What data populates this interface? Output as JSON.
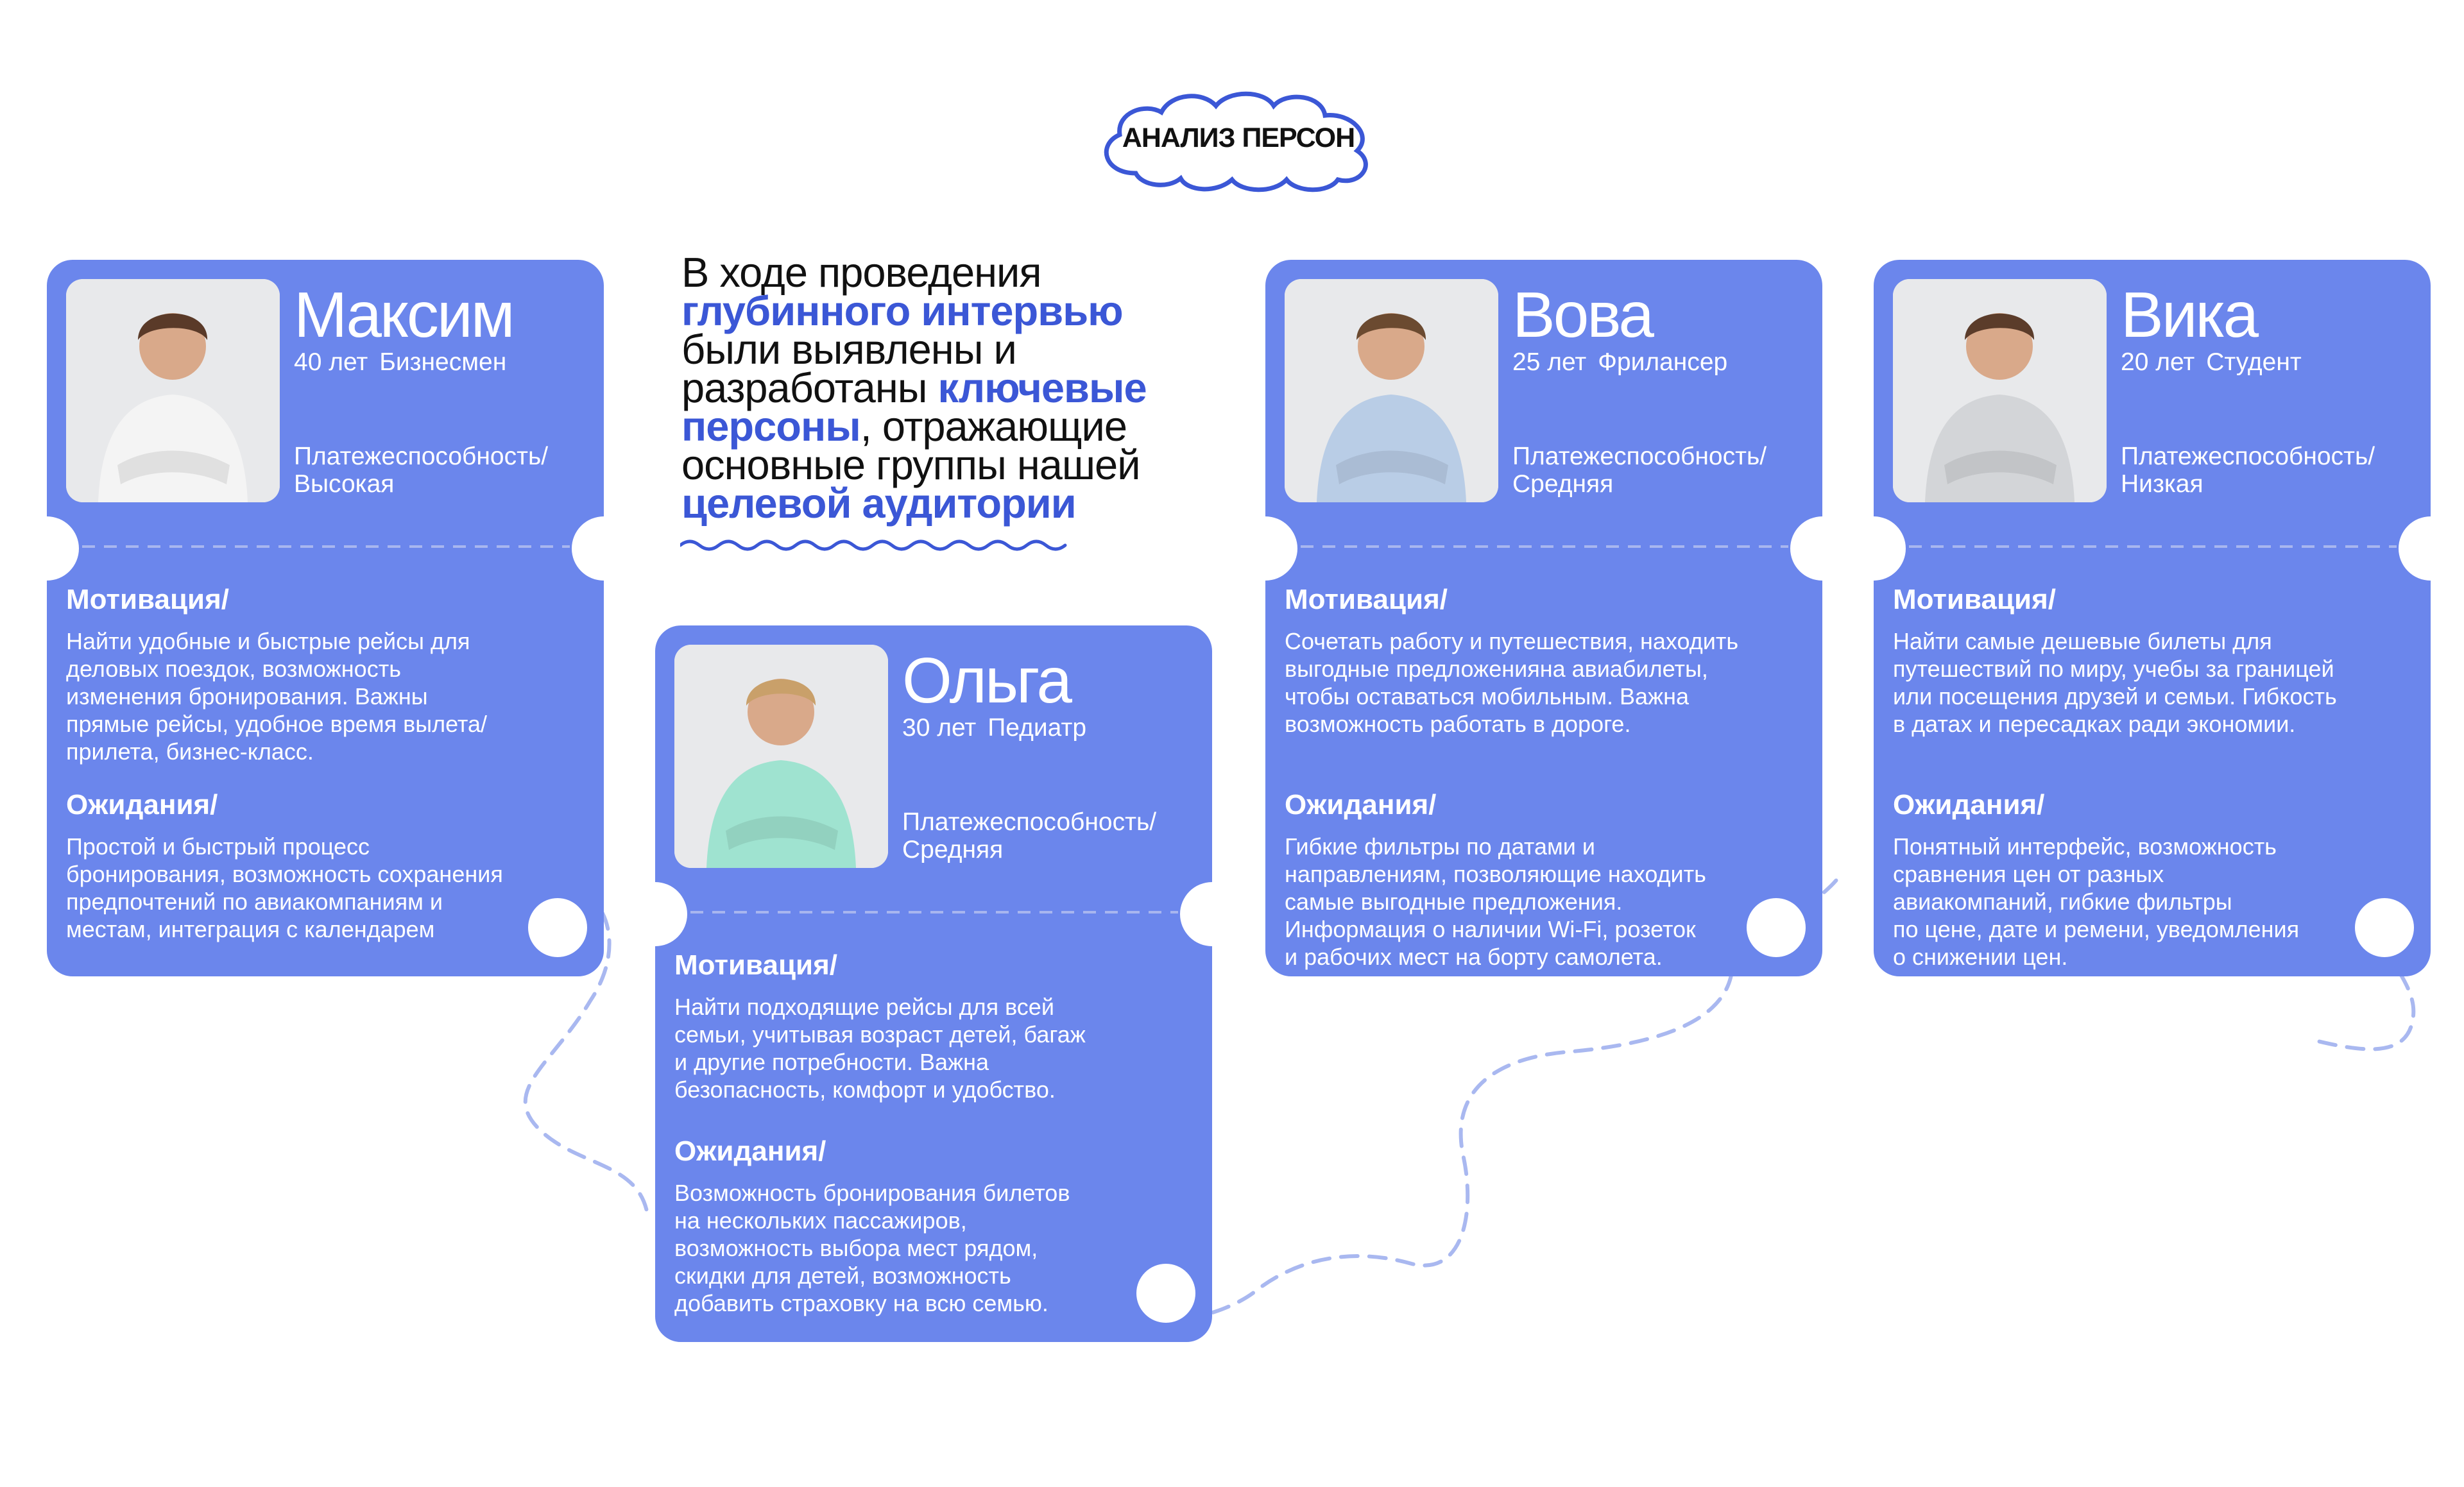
{
  "badge": {
    "label": "АНАЛИЗ ПЕРСОН"
  },
  "intro": {
    "p1": "В ходе проведения ",
    "h1": "глубинного интервью",
    "p2": " были выявлены и разработаны ",
    "h2": "ключевые персоны",
    "p3": ", отражающие основные группы нашей ",
    "h3": "целевой аудитории"
  },
  "colors": {
    "card": "#6b86ec",
    "accent": "#3b57d6",
    "dash": "#a8b6ef"
  },
  "personas": [
    {
      "name": "Максим",
      "age": "40 лет",
      "role": "Бизнесмен",
      "pay_label": "Платежеспособность/",
      "pay_value": "Высокая",
      "motivation_title": "Мотивация/",
      "motivation": "Найти удобные и быстрые рейсы для\nделовых поездок, возможность\nизменения бронирования. Важны\nпрямые рейсы, удобное время вылета/\nприлета, бизнес-класс.",
      "expect_title": "Ожидания/",
      "expect": "Простой и быстрый процесс\nбронирования, возможность сохранения\nпредпочтений по авиакомпаниям и\nместам, интеграция с календарем"
    },
    {
      "name": "Ольга",
      "age": "30 лет",
      "role": "Педиатр",
      "pay_label": "Платежеспособность/",
      "pay_value": "Средняя",
      "motivation_title": "Мотивация/",
      "motivation": "Найти подходящие рейсы для всей\nсемьи, учитывая возраст детей, багаж\nи другие потребности. Важна\nбезопасность, комфорт и удобство.",
      "expect_title": "Ожидания/",
      "expect": "Возможность бронирования билетов\nна нескольких пассажиров,\nвозможность выбора мест рядом,\nскидки для детей, возможность\nдобавить страховку на всю семью."
    },
    {
      "name": "Вова",
      "age": "25 лет",
      "role": "Фрилансер",
      "pay_label": "Платежеспособность/",
      "pay_value": "Средняя",
      "motivation_title": "Мотивация/",
      "motivation": "Сочетать работу и путешествия, находить\nвыгодные предложенияна авиабилеты,\nчтобы оставаться мобильным. Важна\nвозможность работать в дороге.",
      "expect_title": "Ожидания/",
      "expect": "Гибкие фильтры по датами и\nнаправлениям, позволяющие находить\nсамые выгодные предложения.\nИнформация о наличии Wi-Fi, розеток\nи рабочих мест на борту самолета."
    },
    {
      "name": "Вика",
      "age": "20 лет",
      "role": "Студент",
      "pay_label": "Платежеспособность/",
      "pay_value": "Низкая",
      "motivation_title": "Мотивация/",
      "motivation": "Найти самые дешевые билеты для\nпутешествий по миру, учебы за границей\nили посещения друзей и семьи. Гибкость\nв датах и пересадках ради экономии.",
      "expect_title": "Ожидания/",
      "expect": "Понятный интерфейс, возможность\nсравнения цен от разных\nавиакомпаний, гибкие фильтры\nпо цене, дате и ремени, уведомления\nо снижении цен."
    }
  ]
}
